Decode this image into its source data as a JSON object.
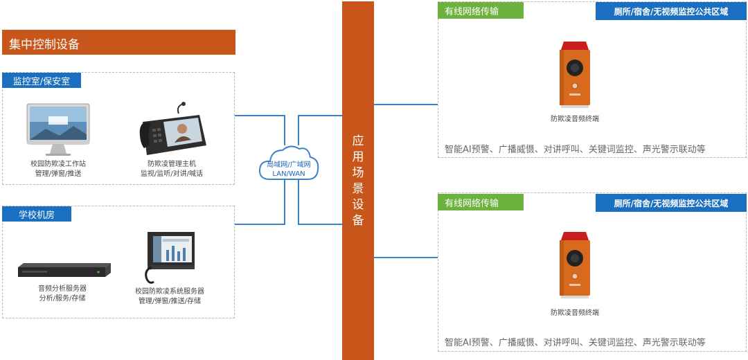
{
  "title": "集中控制设备",
  "center_bar": [
    "应",
    "用",
    "场",
    "景",
    "设",
    "备"
  ],
  "monitor_room": {
    "label": "监控室/保安室",
    "workstation": {
      "line1": "校园防欺凌工作站",
      "line2": "管理/弹窗/推送"
    },
    "host": {
      "line1": "防欺凌管理主机",
      "line2": "监视/监听/对讲/喊话"
    }
  },
  "server_room": {
    "label": "学校机房",
    "analysis": {
      "line1": "音频分析服务器",
      "line2": "分析/服务/存储"
    },
    "system": {
      "line1": "校园防欺凌系统服务器",
      "line2": "管理/弹窗/推送/存储"
    }
  },
  "cloud": {
    "line1": "局域网/广域网",
    "line2": "LAN/WAN"
  },
  "scenes": [
    {
      "transport": "有线网络传输",
      "zone": "厕所/宿舍/无视频监控公共区域",
      "device": "防欺凌音频终端",
      "features": "智能AI预警、广播威慑、对讲呼叫、关键词监控、声光警示联动等"
    },
    {
      "transport": "有线网络传输",
      "zone": "厕所/宿舍/无视频监控公共区域",
      "device": "防欺凌音频终端",
      "features": "智能AI预警、广播威慑、对讲呼叫、关键词监控、声光警示联动等"
    }
  ],
  "colors": {
    "orange": "#c8561a",
    "blue": "#1a6fc0",
    "green": "#6db23f",
    "line": "#3a83c8"
  },
  "icons": [
    "imac-monitor-icon",
    "desk-console-icon",
    "rack-server-icon",
    "rack-monitor-server-icon",
    "cloud-icon",
    "audio-terminal-icon"
  ]
}
